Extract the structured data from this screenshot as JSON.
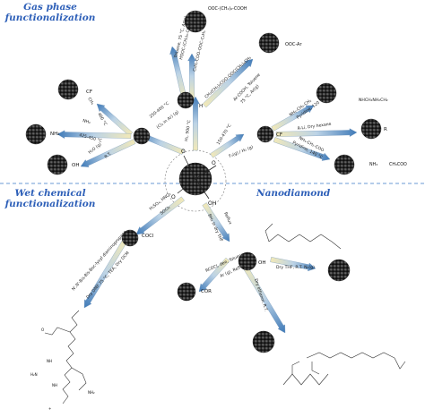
{
  "headers": {
    "gas_phase": [
      "Gas phase",
      "functionalization"
    ],
    "wet_chemical": [
      "Wet chemical",
      "functionalization"
    ],
    "nanodiamond": "Nanodiamond"
  },
  "labels": {
    "h": "H",
    "cl": "Cl",
    "oh": "OH",
    "cf": "CF",
    "nh2": "NH₂",
    "oh2": "OH",
    "cocl": "COCl",
    "cor": "COR",
    "ooc_ar": "OOC-Ar",
    "ooc_chain": "OOC-(CH₂)₆-COOH",
    "nh_chain": "NHCH₂NH₂CH₂",
    "r": "R",
    "ch3coo": "CH₃COO",
    "nh3": "NH₃",
    "oh3": "OH"
  },
  "conditions": {
    "toluene": "Toluene, 75 °C, Ar(g)",
    "hooc": "HOOC-(CH₂)₆-COOH",
    "c6h5": "C₆H₅-COO-OOC-C₆H₅",
    "ch3ch2": "CH₃(CH₂)₆COO-OOC(CH₂)₆CH₃",
    "ar_cooh": "Ar-COOH, Toluene",
    "ar_cooh2": "75 °C, Ar(g)",
    "t250": "250-400 °C",
    "cl2": "(Cl₂ in Ar) (g)",
    "h2": "H₂, 900 °C",
    "t150": "150-470 °C",
    "f2": "F₂(g) / H₂ (g)",
    "t400": "400 °C",
    "t425": "425-450 °C",
    "nh3": "NH₃",
    "ch4": "CH₄",
    "h2o": "H₂O (g)",
    "rt": "R.T.",
    "nh2ch": "NH₂-CH₂-CH₂",
    "pyridine": "Pyridine, 120 °C",
    "rli": "R-Li, Dry hexane",
    "nh4ch": "NH₄-CH₂-COO",
    "pyr2": "Pyridine, 140 °C",
    "h2so4": "H₂SO₄, HNO₃",
    "socl2": "SOCl₂",
    "nhbis": "N',N'-Bis-Bis-Boc-lysyl diaminopropane",
    "dry_dmf": "Dry DMF 75 °C, TEA, Dry DCM",
    "bh3": "BH₃ in dry THF",
    "reflux": "Reflux",
    "rcocl": "RCOCl, dee, Toluene",
    "ar_reflux": "Ar (g), Reflux",
    "dry_thf": "Dry THF, R.T. N₂(g)",
    "dry_eth": "Dry ethanol, R.T."
  }
}
